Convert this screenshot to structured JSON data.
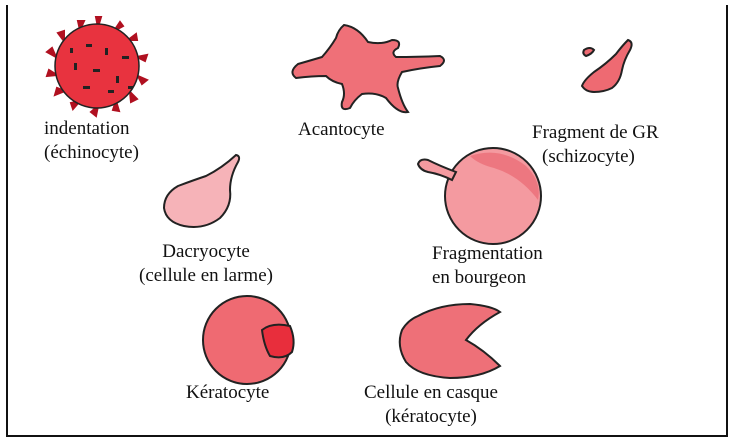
{
  "cells": {
    "echinocyte": {
      "line1": "indentation",
      "line2": "(échinocyte)",
      "color": "#e8333f"
    },
    "acantocyte": {
      "line1": "Acantocyte",
      "color": "#ef7078"
    },
    "schizocyte": {
      "line1": "Fragment de GR",
      "line2": "(schizocyte)",
      "color": "#ee6a72"
    },
    "dacryocyte": {
      "line1": "Dacryocyte",
      "line2": "(cellule en larme)",
      "color": "#f6b3b8"
    },
    "bourgeon": {
      "line1": "Fragmentation",
      "line2": "en bourgeon",
      "color": "#f49aa0"
    },
    "keratocyte": {
      "line1": "Kératocyte",
      "color": "#ef6a72"
    },
    "casque": {
      "line1": "Cellule en casque",
      "line2": "(kératocyte)",
      "color": "#ee7078"
    }
  }
}
